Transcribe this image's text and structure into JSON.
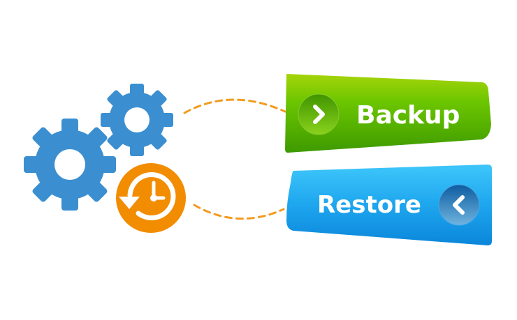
{
  "buttons": {
    "backup": {
      "label": "Backup",
      "icon": "chevron-right-icon",
      "color": "#5cb800"
    },
    "restore": {
      "label": "Restore",
      "icon": "chevron-left-icon",
      "color": "#1aa3ea"
    }
  },
  "icons": {
    "gears": {
      "name": "gears-icon",
      "color": "#3b8fd0"
    },
    "history": {
      "name": "clock-history-icon",
      "color": "#f28c00"
    }
  },
  "connectors": {
    "color": "#f39a1e",
    "style": "dashed"
  }
}
